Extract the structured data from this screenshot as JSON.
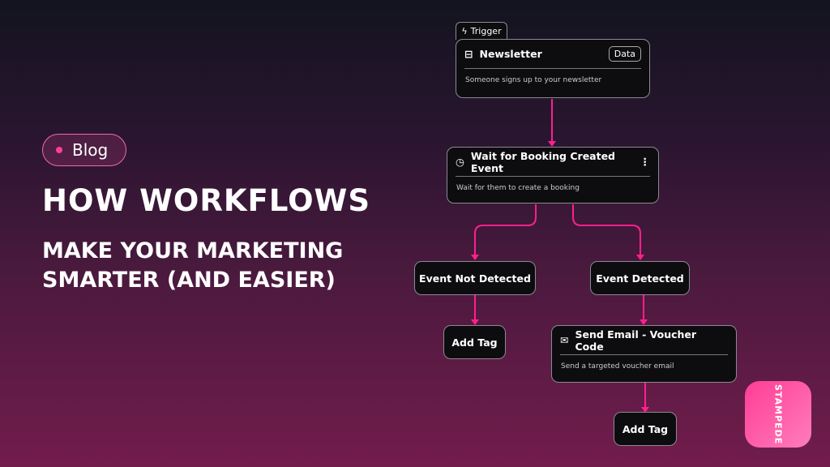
{
  "badge": {
    "label": "Blog"
  },
  "headline": "HOW WORKFLOWS",
  "subheadline": "MAKE YOUR MARKETING SMARTER (AND EASIER)",
  "workflow": {
    "trigger_label": "Trigger",
    "newsletter": {
      "title": "Newsletter",
      "tag": "Data",
      "description": "Someone signs up to your newsletter"
    },
    "wait": {
      "title": "Wait for Booking Created Event",
      "description": "Wait for them to create a booking"
    },
    "not_detected": "Event Not Detected",
    "detected": "Event Detected",
    "add_tag_left": "Add Tag",
    "send_email": {
      "title": "Send Email - Voucher Code",
      "description": "Send a targeted voucher email"
    },
    "add_tag_bottom": "Add Tag"
  },
  "logo_text": "STAMPEDE",
  "colors": {
    "accent": "#ff1f8e"
  }
}
